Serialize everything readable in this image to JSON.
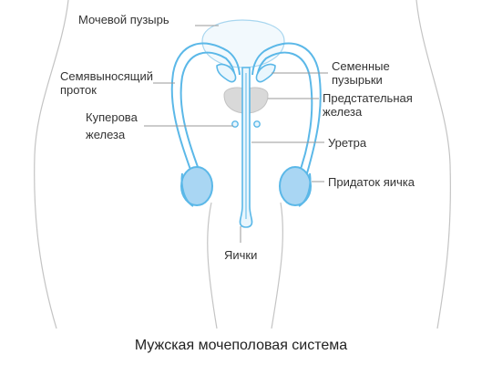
{
  "labels": {
    "bladder": "Мочевой пузырь",
    "vas_deferens_1": "Семявыносящий",
    "vas_deferens_2": "проток",
    "seminal_1": "Семенные",
    "seminal_2": "пузырьки",
    "prostate_1": "Предстательная",
    "prostate_2": "железа",
    "cowper_1": "Куперова",
    "cowper_2": "железа",
    "urethra": "Уретра",
    "epididymis": "Придаток яичка",
    "testes": "Яички"
  },
  "caption": "Мужская мочеполовая система",
  "colors": {
    "outline": "#bdbdbd",
    "organ_stroke": "#5bb8e8",
    "organ_fill": "#e9f6fd",
    "testis_fill": "#a9d6f3",
    "prostate_fill": "#d9d9d9",
    "leader": "#9a9a9a"
  }
}
